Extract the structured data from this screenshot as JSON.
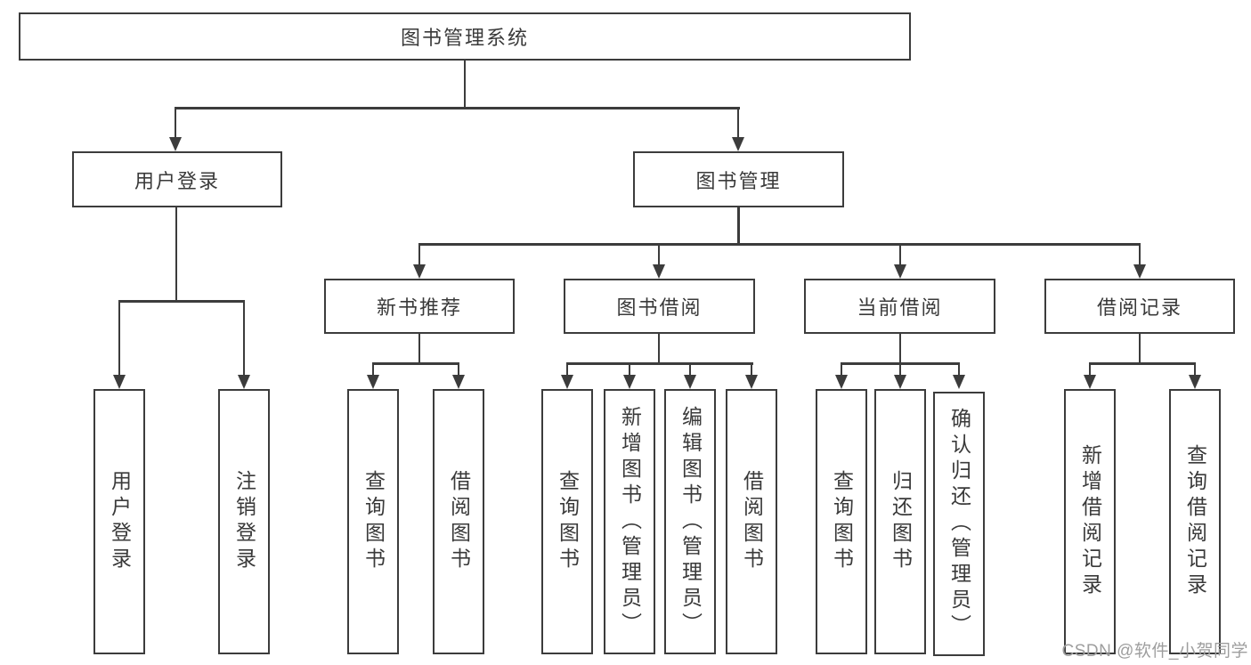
{
  "nodes": {
    "root": "图书管理系统",
    "level2": {
      "user_login": "用户登录",
      "book_mgmt": "图书管理"
    },
    "level3": {
      "new_book_rec": "新书推荐",
      "book_borrow": "图书借阅",
      "current_borrow": "当前借阅",
      "borrow_record": "借阅记录"
    },
    "leaves": {
      "user_login": "用户登录",
      "logout": "注销登录",
      "rec_query_book": "查询图书",
      "rec_borrow_book": "借阅图书",
      "bb_query_book": "查询图书",
      "bb_add_book": "新增图书（管理员）",
      "bb_edit_book": "编辑图书（管理员）",
      "bb_borrow_book": "借阅图书",
      "cb_query_book": "查询图书",
      "cb_return_book": "归还图书",
      "cb_confirm_return": "确认归还（管理员）",
      "br_add_record": "新增借阅记录",
      "br_query_record": "查询借阅记录"
    }
  },
  "watermark": "CSDN @软件_小贺同学",
  "colors": {
    "line": "#3c3c3c",
    "text": "#3a3a3a",
    "watermark": "#9e9e9e",
    "background": "#ffffff"
  }
}
